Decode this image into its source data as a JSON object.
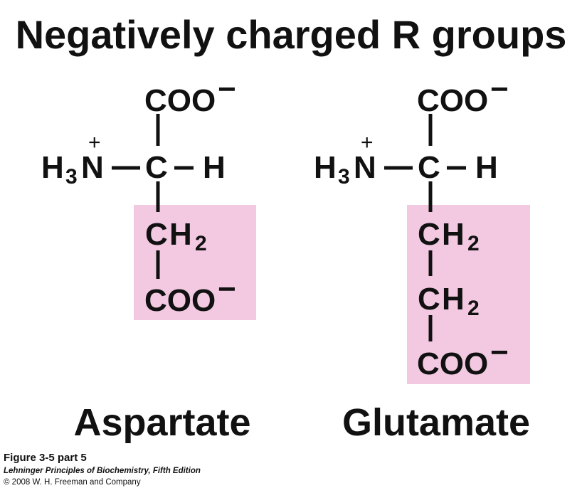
{
  "title": "Negatively charged R groups",
  "atoms": {
    "carboxyl": "COO",
    "charge_neg": "−",
    "charge_pos": "+",
    "amino_h": "H",
    "amino_sub": "3",
    "amino_n": "N",
    "alpha_c": "C",
    "alpha_h": "H",
    "methylene_c": "C",
    "methylene_h": "H",
    "methylene_sub": "2"
  },
  "molecules": [
    {
      "name": "Aspartate"
    },
    {
      "name": "Glutamate"
    }
  ],
  "colors": {
    "r_group_highlight": "#f2c9e1"
  },
  "caption": {
    "figure": "Figure 3-5 part 5",
    "book": "Lehninger Principles of Biochemistry, Fifth Edition",
    "copyright": "© 2008 W. H. Freeman and Company"
  }
}
